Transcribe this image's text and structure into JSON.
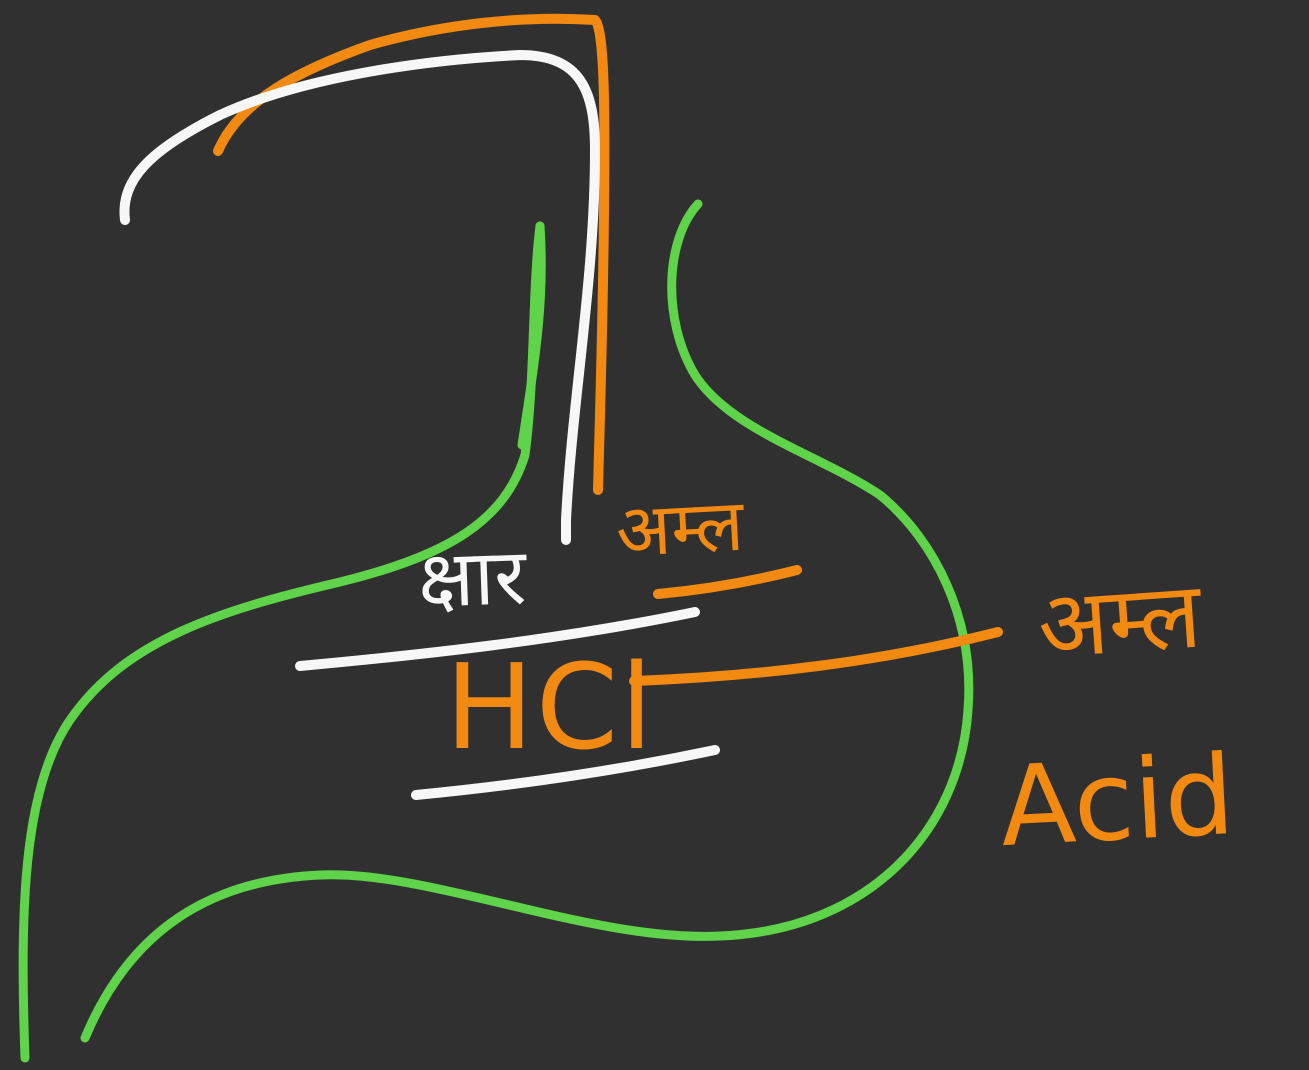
{
  "diagram": {
    "labels": {
      "kshar": "क्षार",
      "amla_small": "अम्ल",
      "hcl": "HCl",
      "amla_large": "अम्ल",
      "acid": "Acid"
    },
    "colors": {
      "background": "#303030",
      "stomach_outline": "#5fd34a",
      "acid_annotation": "#f28a12",
      "base_annotation": "#f7f7f7"
    }
  }
}
